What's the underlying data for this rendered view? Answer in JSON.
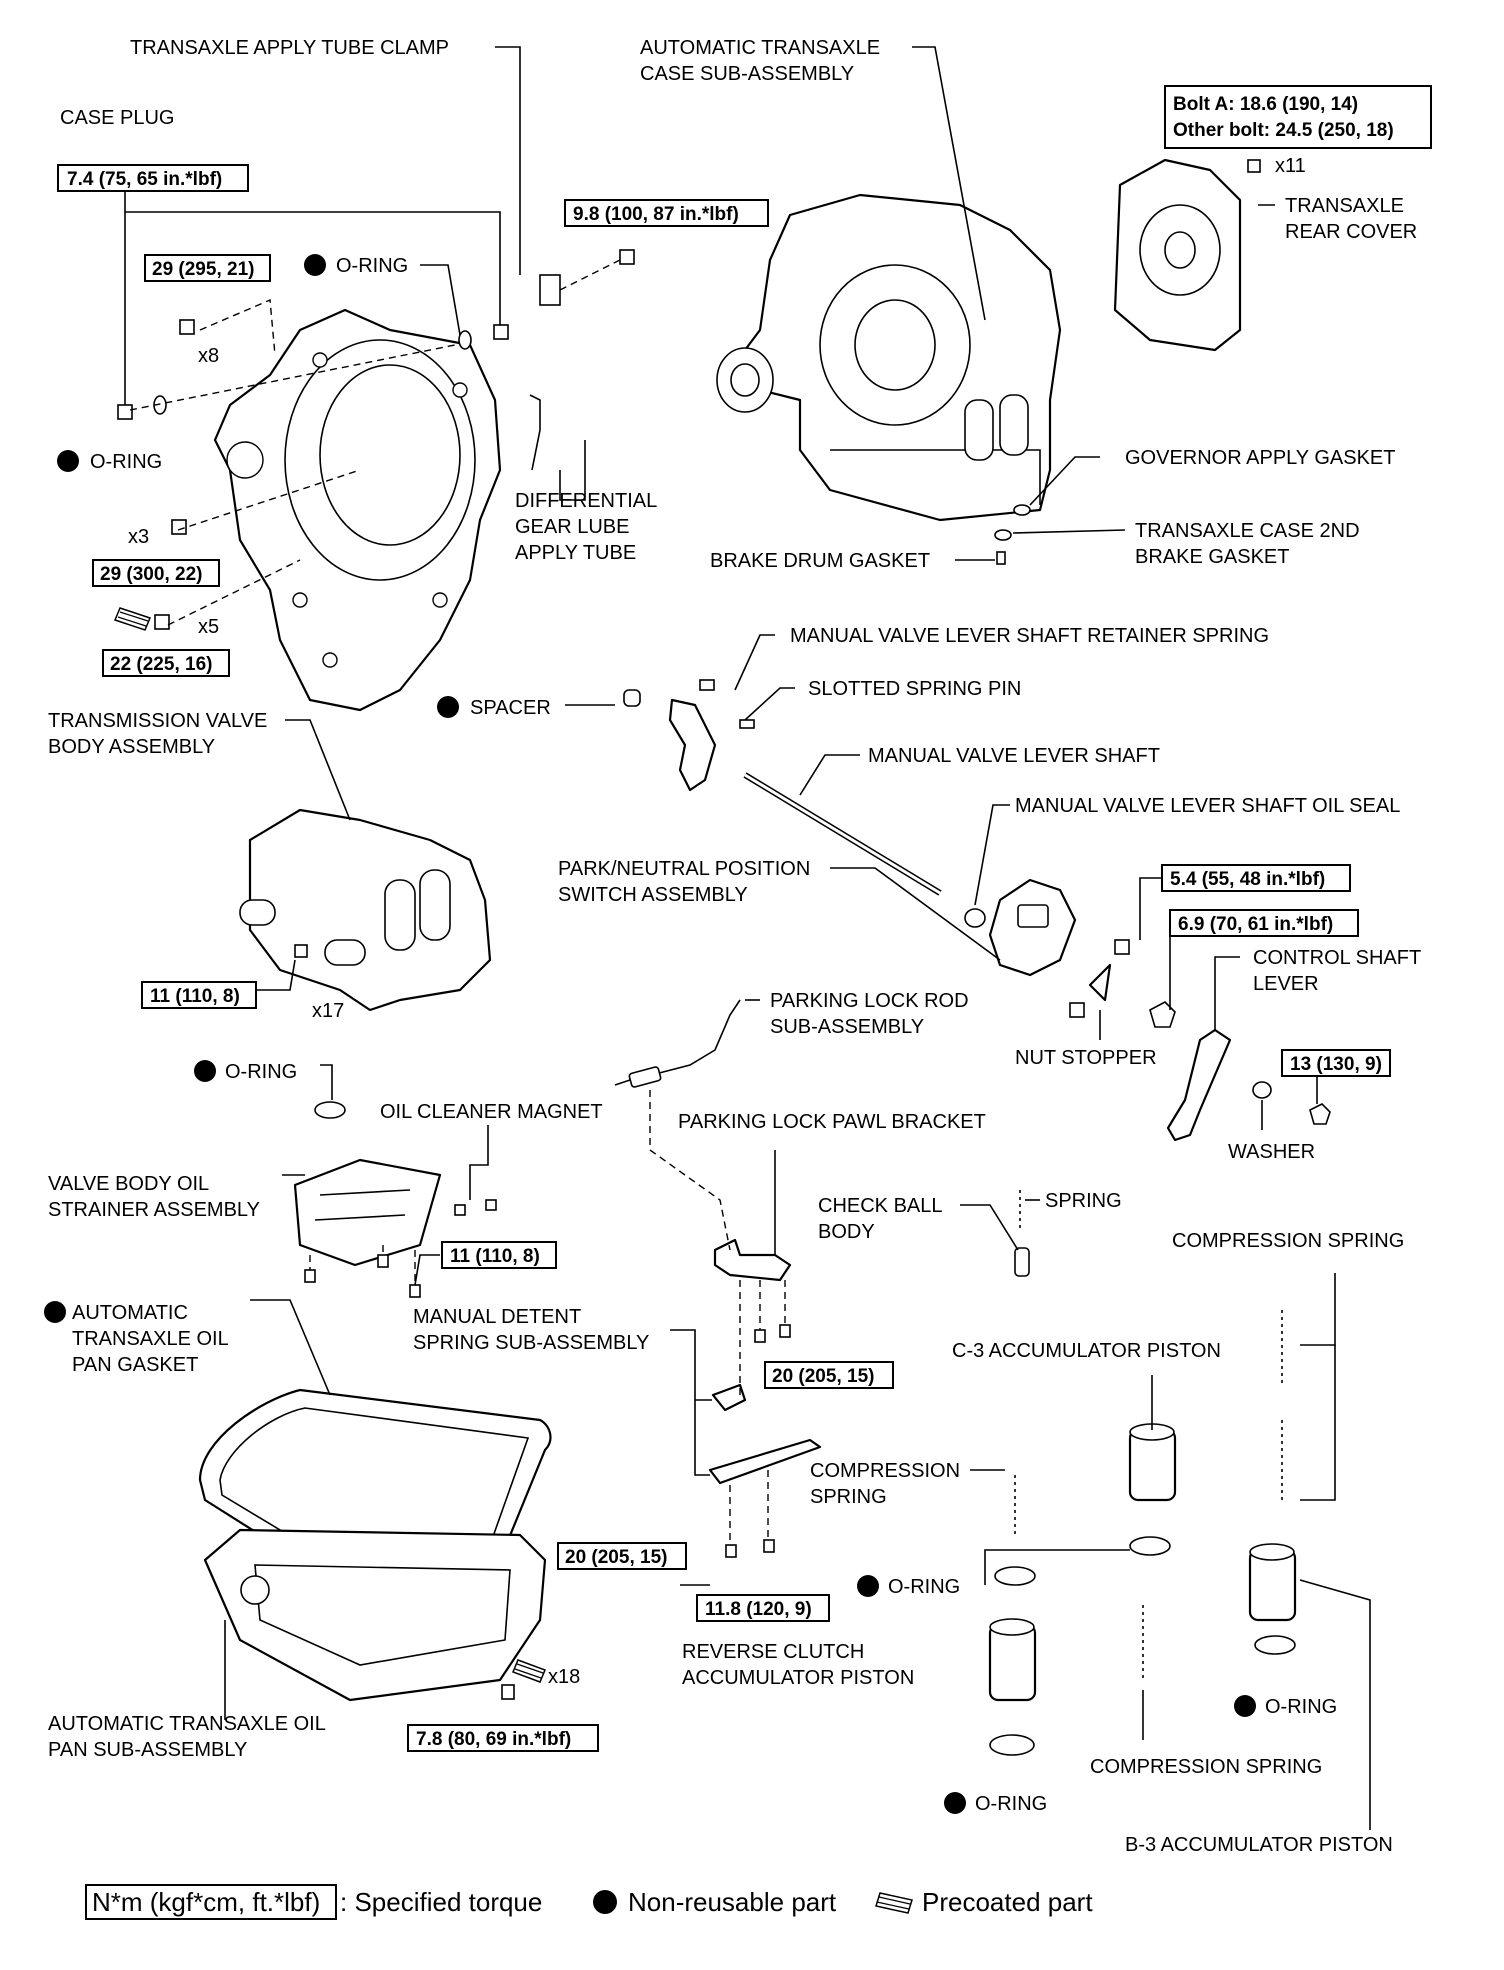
{
  "labels": {
    "transaxle_apply_tube_clamp": "TRANSAXLE APPLY TUBE CLAMP",
    "case_plug": "CASE PLUG",
    "automatic_transaxle_case_1": "AUTOMATIC TRANSAXLE",
    "automatic_transaxle_case_2": "CASE SUB-ASSEMBLY",
    "transaxle_rear_cover_1": "TRANSAXLE",
    "transaxle_rear_cover_2": "REAR COVER",
    "o_ring": "O-RING",
    "differential_tube_1": "DIFFERENTIAL",
    "differential_tube_2": "GEAR LUBE",
    "differential_tube_3": "APPLY TUBE",
    "governor_apply_gasket": "GOVERNOR APPLY GASKET",
    "case_2nd_brake_gasket_1": "TRANSAXLE CASE 2ND",
    "case_2nd_brake_gasket_2": "BRAKE GASKET",
    "brake_drum_gasket": "BRAKE DRUM GASKET",
    "manual_valve_retainer_spring": "MANUAL VALVE LEVER SHAFT RETAINER SPRING",
    "spacer": "SPACER",
    "slotted_spring_pin": "SLOTTED SPRING PIN",
    "valve_body_1": "TRANSMISSION VALVE",
    "valve_body_2": "BODY ASSEMBLY",
    "manual_valve_lever_shaft": "MANUAL VALVE LEVER SHAFT",
    "manual_valve_shaft_oil_seal": "MANUAL VALVE LEVER SHAFT OIL SEAL",
    "park_neutral_switch_1": "PARK/NEUTRAL POSITION",
    "park_neutral_switch_2": "SWITCH ASSEMBLY",
    "control_shaft_lever_1": "CONTROL SHAFT",
    "control_shaft_lever_2": "LEVER",
    "parking_lock_rod_1": "PARKING LOCK ROD",
    "parking_lock_rod_2": "SUB-ASSEMBLY",
    "nut_stopper": "NUT STOPPER",
    "oil_cleaner_magnet": "OIL CLEANER MAGNET",
    "parking_lock_pawl_bracket": "PARKING LOCK PAWL BRACKET",
    "washer": "WASHER",
    "strainer_1": "VALVE BODY OIL",
    "strainer_2": "STRAINER ASSEMBLY",
    "check_ball_body_1": "CHECK BALL",
    "check_ball_body_2": "BODY",
    "spring": "SPRING",
    "compression_spring": "COMPRESSION SPRING",
    "compression_spring_a": "COMPRESSION",
    "compression_spring_b": "SPRING",
    "oil_pan_gasket_1": "AUTOMATIC",
    "oil_pan_gasket_2": "TRANSAXLE OIL",
    "oil_pan_gasket_3": "PAN GASKET",
    "manual_detent_1": "MANUAL DETENT",
    "manual_detent_2": "SPRING SUB-ASSEMBLY",
    "c3_accumulator_piston": "C-3 ACCUMULATOR PISTON",
    "reverse_clutch_1": "REVERSE CLUTCH",
    "reverse_clutch_2": "ACCUMULATOR PISTON",
    "oil_pan_1": "AUTOMATIC TRANSAXLE OIL",
    "oil_pan_2": "PAN SUB-ASSEMBLY",
    "b3_accumulator_piston": "B-3 ACCUMULATOR PISTON"
  },
  "quantities": {
    "x8": "x8",
    "x3": "x3",
    "x5": "x5",
    "x11": "x11",
    "x17": "x17",
    "x18": "x18"
  },
  "torques": {
    "case_plug": "7.4 (75, 65 in.*lbf)",
    "tube_clamp": "9.8 (100, 87 in.*lbf)",
    "bolt_x8": "29 (295, 21)",
    "bolt_x3": "29 (300, 22)",
    "bolt_x5": "22 (225, 16)",
    "rear_cover_a": "Bolt A: 18.6 (190, 14)",
    "rear_cover_other": "Other bolt: 24.5 (250, 18)",
    "valve_body": "11 (110, 8)",
    "switch_bolt": "5.4 (55, 48 in.*lbf)",
    "switch_nut": "6.9 (70, 61 in.*lbf)",
    "control_nut": "13 (130, 9)",
    "strainer": "11 (110, 8)",
    "pawl_bracket": "20 (205, 15)",
    "detent": "20 (205, 15)",
    "detent_2": "11.8 (120, 9)",
    "oil_pan": "7.8 (80, 69 in.*lbf)"
  },
  "legend": {
    "torque_unit": "N*m (kgf*cm, ft.*lbf)",
    "torque_desc": ": Specified torque",
    "non_reusable": "Non-reusable part",
    "precoated": "Precoated part"
  }
}
